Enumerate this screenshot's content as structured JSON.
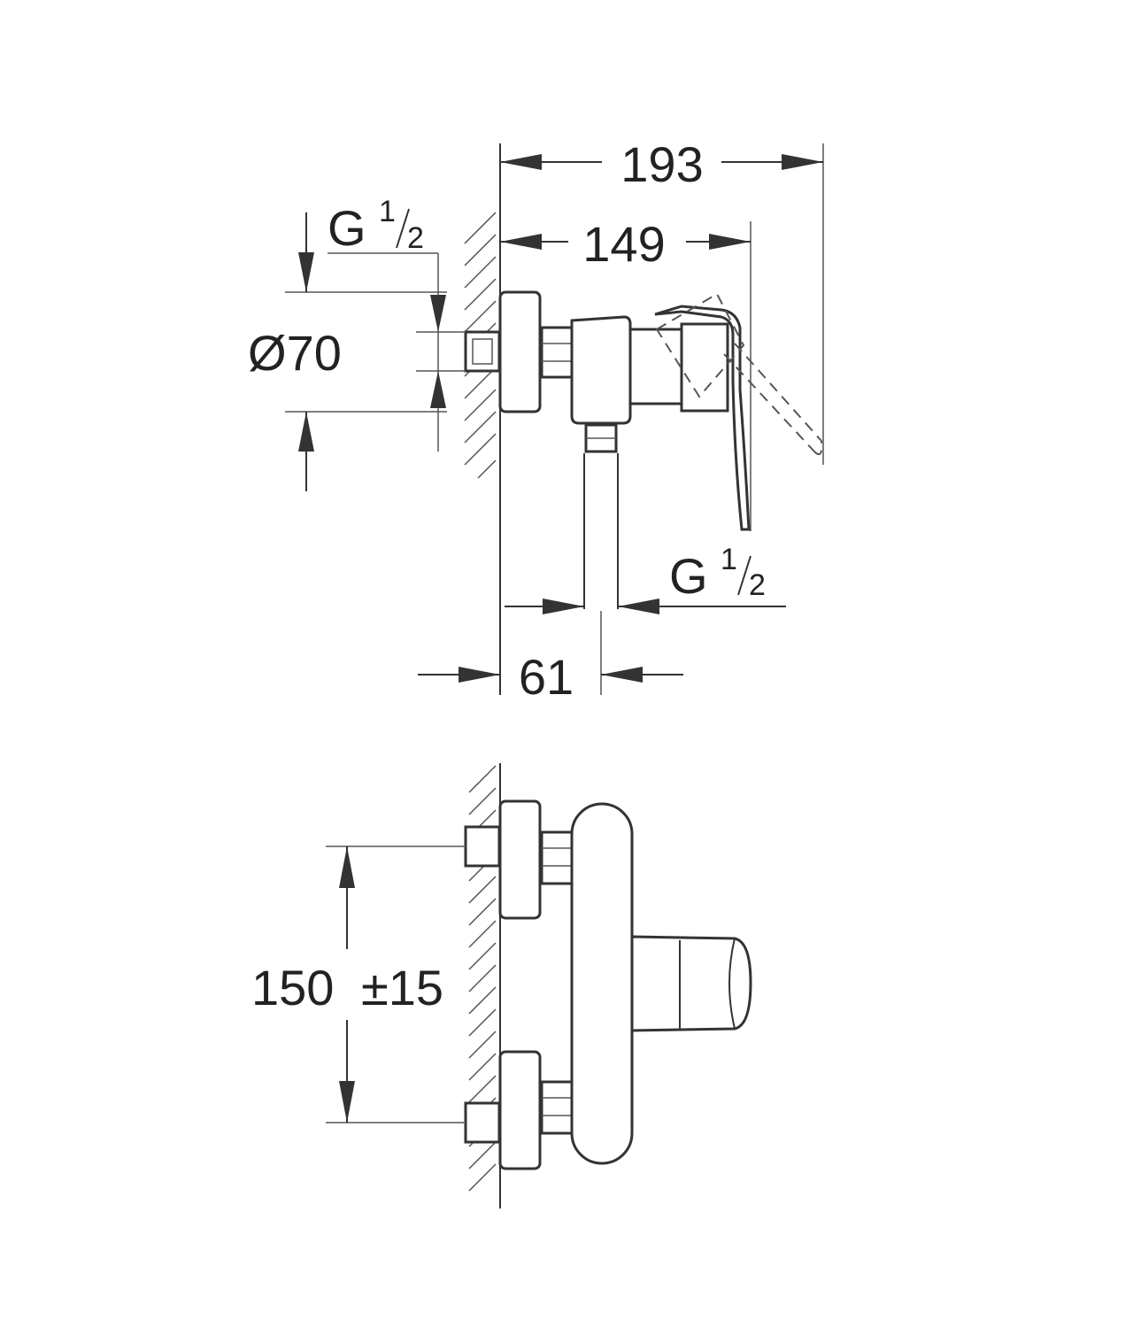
{
  "side_view": {
    "dim_overall": "193",
    "dim_body": "149",
    "dim_diameter_symbol": "Ø",
    "dim_diameter": "70",
    "dim_wall": "61",
    "thread_top": {
      "letter": "G",
      "num": "1",
      "den": "2"
    },
    "thread_bottom": {
      "letter": "G",
      "num": "1",
      "den": "2"
    }
  },
  "front_view": {
    "dim_spacing": "150",
    "dim_tolerance": "±15"
  }
}
